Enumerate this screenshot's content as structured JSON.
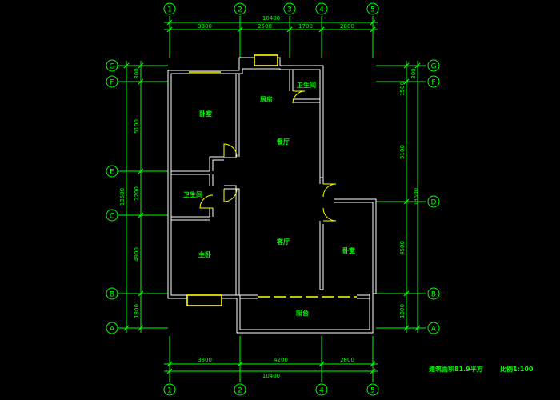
{
  "colors": {
    "background": "#000000",
    "dimension": "#00ff00",
    "wall": "#ffffff",
    "door": "#ffff00",
    "label": "#00ff00",
    "bubble": "#00ff00"
  },
  "grid_top": [
    "1",
    "2",
    "3",
    "4",
    "5"
  ],
  "grid_bottom": [
    "1",
    "2",
    "4",
    "5"
  ],
  "grid_rows_left": [
    "G",
    "F",
    "E",
    "C",
    "B",
    "A"
  ],
  "grid_rows_right": [
    "G",
    "F",
    "D",
    "B",
    "A"
  ],
  "dims": {
    "top_total": "10400",
    "top_segments": [
      "3800",
      "2500",
      "1700",
      "2800"
    ],
    "bottom_segments": [
      "3800",
      "4200",
      "2800"
    ],
    "bottom_total": "10400",
    "left_segments": [
      "300",
      "5100",
      "2200",
      "4900",
      "1800"
    ],
    "left_total": "13500",
    "right_segments": [
      "300",
      "1500",
      "5100",
      "4500",
      "1800"
    ],
    "right_total": "13500"
  },
  "rooms": {
    "bedroom_nw": "卧室",
    "kitchen": "厨房",
    "bath_ne": "卫生间",
    "dining": "餐厅",
    "bath_w": "卫生间",
    "master": "主卧",
    "living": "客厅",
    "bedroom_se": "卧室",
    "balcony": "阳台"
  },
  "footer": {
    "area": "建筑面积81.9平方",
    "scale": "比例1:100"
  }
}
